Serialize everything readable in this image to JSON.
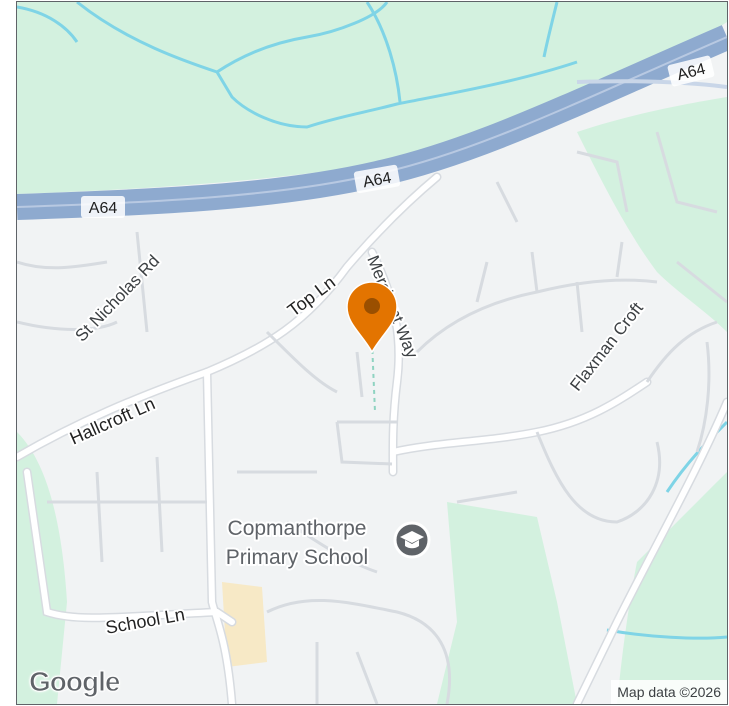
{
  "map": {
    "labels": {
      "a64_east": "A64",
      "a64_middle": "A64",
      "a64_west": "A64",
      "top_ln": "Top Ln",
      "hallcroft_ln": "Hallcroft Ln",
      "st_nicholas_rd": "St Nicholas Rd",
      "merchant_way": "Merchant Way",
      "flaxman_croft": "Flaxman Croft",
      "school_ln": "School Ln"
    },
    "poi": {
      "name_line1": "Copmanthorpe",
      "name_line2": "Primary School",
      "icon": "school-icon"
    },
    "marker": {
      "icon": "map-pin-icon",
      "color": "#e37400"
    },
    "colors": {
      "land": "#f1f3f4",
      "green": "#d3f1df",
      "highway": "#8eaacf",
      "water": "#7fd4e6",
      "road": "#ffffff"
    }
  },
  "branding": {
    "logo": "Google"
  },
  "attribution": "Map data ©2026"
}
